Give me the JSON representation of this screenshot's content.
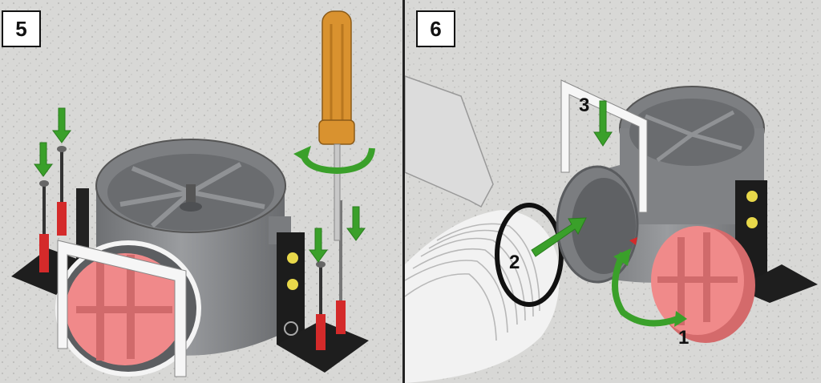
{
  "panels": [
    {
      "step": "5"
    },
    {
      "step": "6",
      "callouts": [
        "3",
        "2",
        "1"
      ]
    }
  ],
  "colors": {
    "wall": "#d6d6d4",
    "housing": "#8a8c8f",
    "housing_dark": "#5f6164",
    "damper": "#f08a8a",
    "arrow_green": "#3aa02a",
    "anchor_red": "#d42a2a",
    "screwdriver_handle": "#d9922f",
    "bracket": "#1e1e1e",
    "hose": "#f2f2f2"
  }
}
